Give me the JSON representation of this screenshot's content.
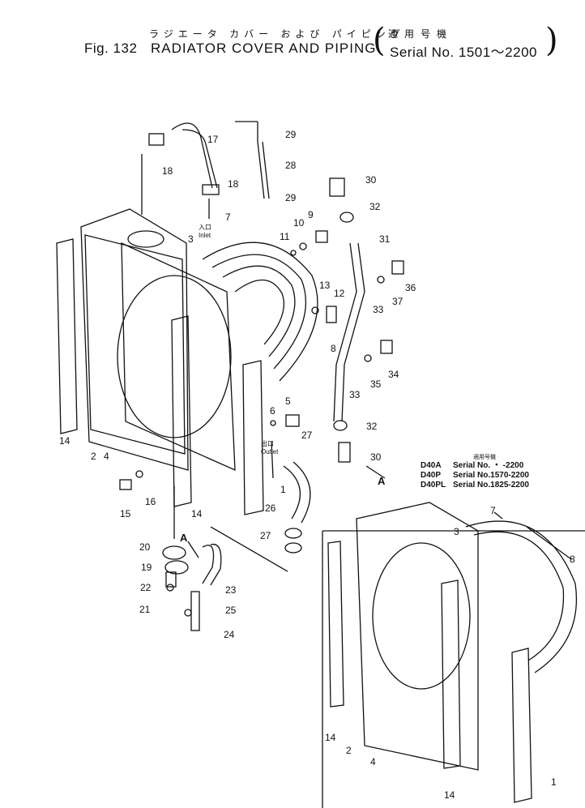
{
  "header": {
    "japanese_title": "ラジエータ カバー および パイピング",
    "fig_label": "Fig. 132",
    "title": "RADIATOR COVER AND PIPING",
    "serial_jp": "適用号機",
    "serial": "Serial No. 1501～2200"
  },
  "variants": {
    "heading": "適用号機",
    "rows": [
      {
        "model": "D40A",
        "serial": "Serial No.  ・  -2200"
      },
      {
        "model": "D40P",
        "serial": "Serial No.1570-2200"
      },
      {
        "model": "D40PL",
        "serial": "Serial No.1825-2200"
      }
    ]
  },
  "callouts": {
    "inlet_jp": "入口",
    "inlet": "Inlet",
    "outlet_jp": "出口",
    "outlet": "Outlet",
    "arrow_a": "A",
    "parts": [
      "1",
      "2",
      "3",
      "4",
      "5",
      "6",
      "7",
      "8",
      "9",
      "10",
      "11",
      "12",
      "13",
      "14",
      "15",
      "16",
      "17",
      "18",
      "19",
      "20",
      "21",
      "22",
      "23",
      "24",
      "25",
      "26",
      "27",
      "28",
      "29",
      "30",
      "31",
      "32",
      "33",
      "34",
      "35",
      "36",
      "37"
    ]
  }
}
